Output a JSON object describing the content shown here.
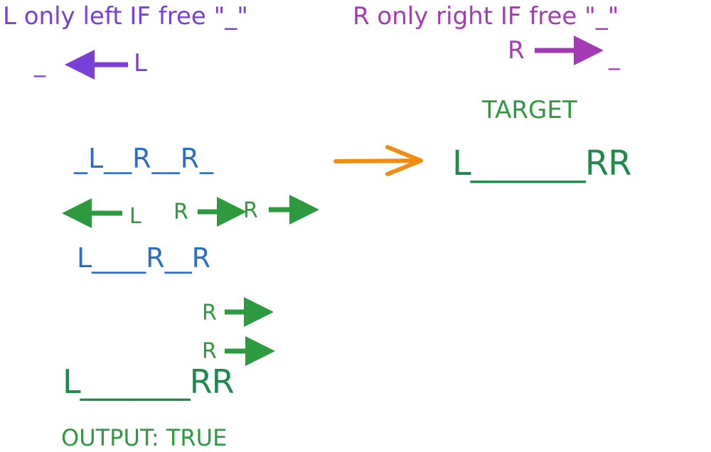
{
  "rules": {
    "left_rule": "L only left IF free \"_\"",
    "right_rule": "R only right IF free \"_\"",
    "left_demo": {
      "from": "L",
      "to": "_"
    },
    "right_demo": {
      "from": "R",
      "to": "_"
    }
  },
  "target": {
    "label": "TARGET",
    "string": "L_______RR"
  },
  "start": {
    "string": "_L__R__R_"
  },
  "step1": {
    "moves": [
      "L",
      "R",
      "R"
    ]
  },
  "intermediate": {
    "string": "L____R__R"
  },
  "step2": {
    "moves": [
      "R",
      "R"
    ]
  },
  "result": {
    "string": "L_______RR"
  },
  "output": {
    "label": "OUTPUT: TRUE"
  },
  "colors": {
    "purple": "#7a3fd6",
    "violet": "#a33bb5",
    "blue": "#2a6fc4",
    "green": "#2e9a3f",
    "dark_green": "#1f8a4c",
    "orange": "#f08c12"
  }
}
